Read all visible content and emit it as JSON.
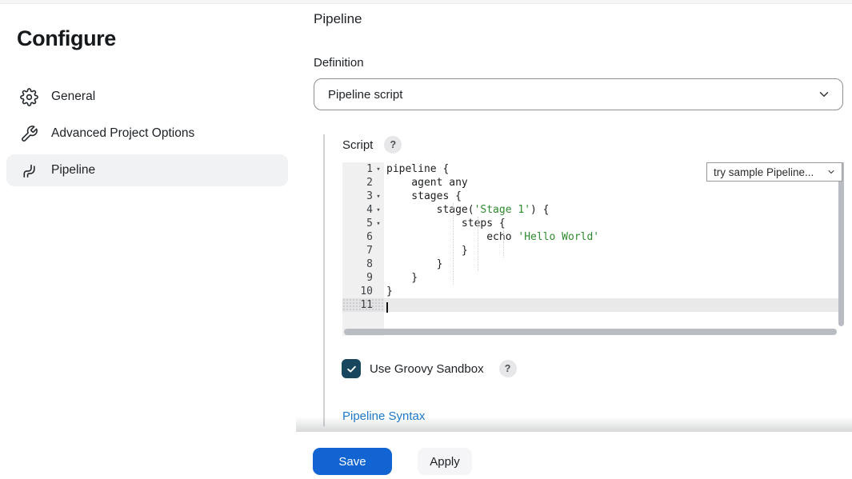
{
  "sidebar": {
    "title": "Configure",
    "items": [
      {
        "label": "General",
        "icon": "gear-icon",
        "active": false
      },
      {
        "label": "Advanced Project Options",
        "icon": "wrench-icon",
        "active": false
      },
      {
        "label": "Pipeline",
        "icon": "pipeline-icon",
        "active": true
      }
    ]
  },
  "main": {
    "section_title": "Pipeline",
    "definition": {
      "label": "Definition",
      "selected_option": "Pipeline script"
    },
    "script_section": {
      "label": "Script",
      "help_label": "?",
      "sample_dropdown_label": "try sample Pipeline...",
      "fold_marker": "▾",
      "active_line": 11,
      "code_lines": [
        {
          "num": 1,
          "fold": true,
          "segments": [
            [
              "pipeline {",
              "plain"
            ]
          ]
        },
        {
          "num": 2,
          "fold": false,
          "segments": [
            [
              "    agent any",
              "plain"
            ]
          ]
        },
        {
          "num": 3,
          "fold": true,
          "segments": [
            [
              "    stages {",
              "plain"
            ]
          ]
        },
        {
          "num": 4,
          "fold": true,
          "segments": [
            [
              "        stage(",
              "plain"
            ],
            [
              "'Stage 1'",
              "string"
            ],
            [
              ") {",
              "plain"
            ]
          ]
        },
        {
          "num": 5,
          "fold": true,
          "segments": [
            [
              "            steps {",
              "plain"
            ]
          ]
        },
        {
          "num": 6,
          "fold": false,
          "segments": [
            [
              "                echo ",
              "plain"
            ],
            [
              "'Hello World'",
              "string"
            ]
          ]
        },
        {
          "num": 7,
          "fold": false,
          "segments": [
            [
              "            }",
              "plain"
            ]
          ]
        },
        {
          "num": 8,
          "fold": false,
          "segments": [
            [
              "        }",
              "plain"
            ]
          ]
        },
        {
          "num": 9,
          "fold": false,
          "segments": [
            [
              "    }",
              "plain"
            ]
          ]
        },
        {
          "num": 10,
          "fold": false,
          "segments": [
            [
              "}",
              "plain"
            ]
          ]
        },
        {
          "num": 11,
          "fold": false,
          "segments": []
        }
      ]
    },
    "sandbox": {
      "label": "Use Groovy Sandbox",
      "checked": true,
      "help_label": "?"
    },
    "syntax_link": "Pipeline Syntax"
  },
  "footer": {
    "save_label": "Save",
    "apply_label": "Apply"
  },
  "colors": {
    "accent_blue": "#1164d2",
    "link_blue": "#1d78c9",
    "checkbox_navy": "#17465e",
    "string_green": "#2f8a2f",
    "active_item_bg": "#f1f2f4",
    "gutter_bg": "#f0f0f1",
    "scrollbar_gray": "#b9bdc3"
  }
}
